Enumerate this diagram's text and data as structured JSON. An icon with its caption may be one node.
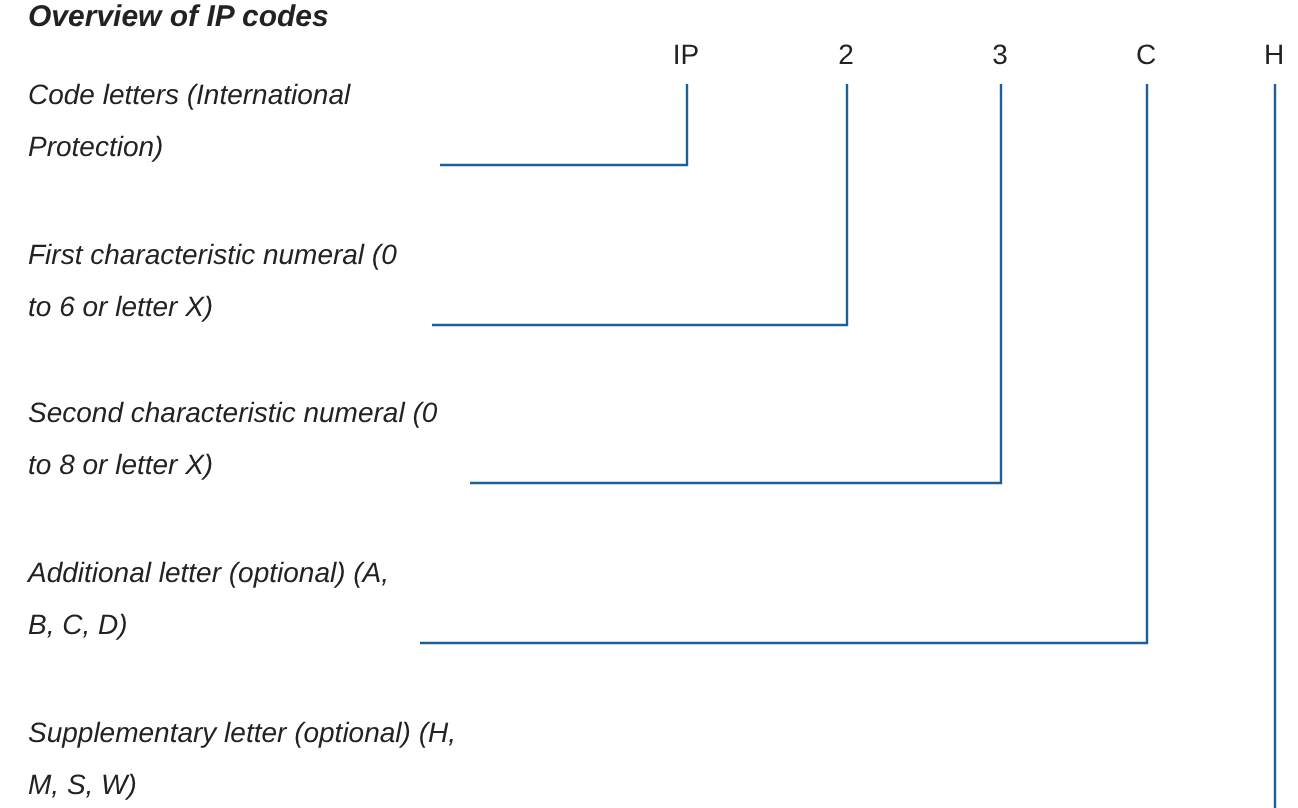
{
  "diagram": {
    "title": "Overview of IP codes",
    "nodes": [
      {
        "text": [
          "IP"
        ]
      },
      {
        "text": [
          "2"
        ]
      },
      {
        "text": [
          "3"
        ]
      },
      {
        "text": [
          "C"
        ]
      },
      {
        "text": [
          "H"
        ]
      },
      {
        "text": [
          "Code letters (International Protection)"
        ]
      },
      {
        "text": [
          "First characteristic numeral (0 to 6 or letter X)"
        ]
      },
      {
        "text": [
          "Second characteristic numeral (0 to 8 or letter X)"
        ]
      },
      {
        "text": [
          "Additional letter (optional) (A, B, C, D)"
        ]
      },
      {
        "text": [
          "Supplementary letter (optional) (H, M, S, W)"
        ]
      }
    ],
    "edges": [
      {
        "from": 5,
        "to": 0,
        "arrow": "none"
      },
      {
        "from": 6,
        "to": 1,
        "arrow": "none"
      },
      {
        "from": 7,
        "to": 2,
        "arrow": "none"
      },
      {
        "from": 8,
        "to": 3,
        "arrow": "none"
      },
      {
        "from": null,
        "to": 4,
        "arrow": "none"
      }
    ]
  }
}
